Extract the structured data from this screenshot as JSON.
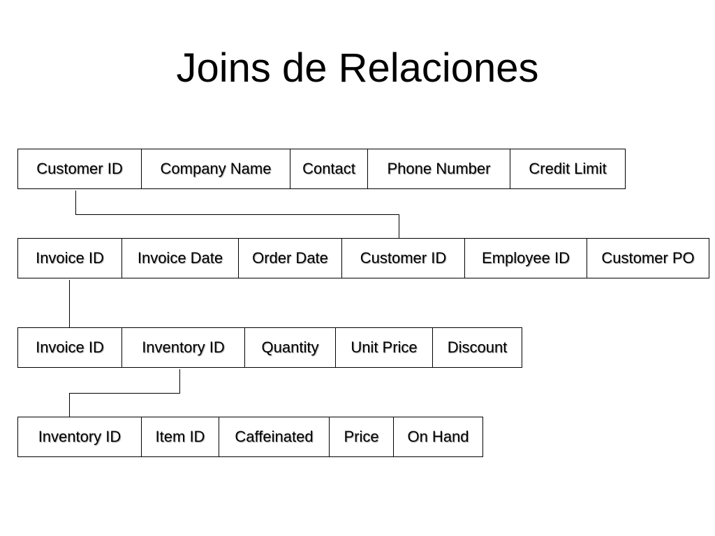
{
  "title": "Joins de Relaciones",
  "relations": [
    {
      "fields": [
        "Customer ID",
        "Company Name",
        "Contact",
        "Phone Number",
        "Credit Limit"
      ]
    },
    {
      "fields": [
        "Invoice ID",
        "Invoice Date",
        "Order Date",
        "Customer ID",
        "Employee ID",
        "Customer PO"
      ]
    },
    {
      "fields": [
        "Invoice ID",
        "Inventory ID",
        "Quantity",
        "Unit Price",
        "Discount"
      ]
    },
    {
      "fields": [
        "Inventory ID",
        "Item ID",
        "Caffeinated",
        "Price",
        "On Hand"
      ]
    }
  ],
  "joins": [
    {
      "from": "Customers.Customer ID",
      "to": "Invoices.Customer ID"
    },
    {
      "from": "Invoices.Invoice ID",
      "to": "Invoice Lines.Invoice ID"
    },
    {
      "from": "Invoice Lines.Inventory ID",
      "to": "Inventory.Inventory ID"
    }
  ]
}
